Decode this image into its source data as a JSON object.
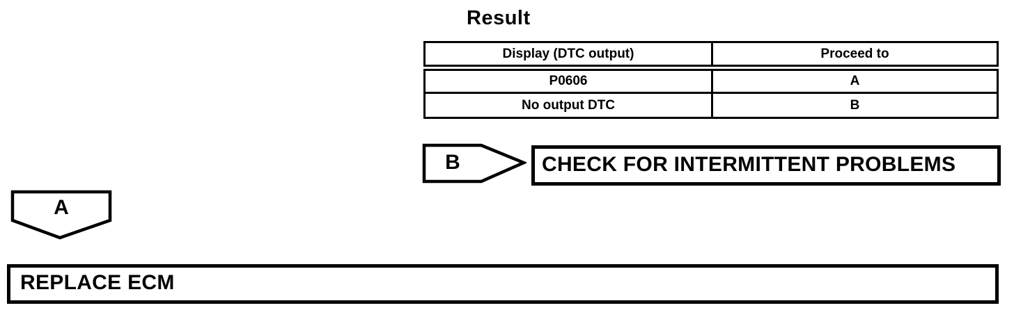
{
  "colors": {
    "ink": "#000000",
    "paper": "#ffffff"
  },
  "result_section": {
    "heading": "Result",
    "table": {
      "columns": [
        "Display (DTC output)",
        "Proceed to"
      ],
      "rows": [
        {
          "display": "P0606",
          "proceed_to": "A"
        },
        {
          "display": "No output DTC",
          "proceed_to": "B"
        }
      ]
    }
  },
  "flow": {
    "branch_b": {
      "connector_label": "B",
      "action": "CHECK FOR INTERMITTENT PROBLEMS"
    },
    "branch_a": {
      "connector_label": "A",
      "action": "REPLACE ECM"
    }
  }
}
